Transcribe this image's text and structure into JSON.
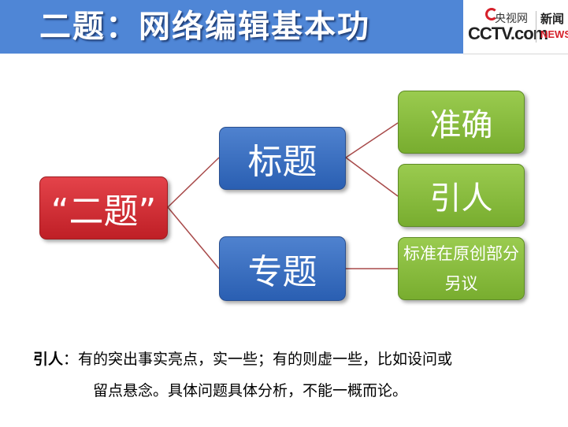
{
  "slide": {
    "title": "二题：网络编辑基本功"
  },
  "logo": {
    "chinese_name": "央视网",
    "brand": "CCTV.com",
    "news_chinese": "新闻",
    "news_english": "NEWS"
  },
  "diagram": {
    "root": "“二题”",
    "branches": [
      {
        "label": "标题",
        "children": [
          "准确",
          "引人"
        ]
      },
      {
        "label": "专题",
        "children": [
          "标准在原创部分另议"
        ]
      }
    ]
  },
  "note": {
    "label": "引人",
    "line1": "：有的突出事实亮点，实一些；有的则虚一些，比如设问或",
    "line2": "留点悬念。具体问题具体分析，不能一概而论。"
  },
  "colors": {
    "header": "#4f86d6",
    "root_node": "#d9333a",
    "branch_node": "#3d72c4",
    "leaf_node": "#8cbf3f",
    "connector": "#a84a4a"
  }
}
